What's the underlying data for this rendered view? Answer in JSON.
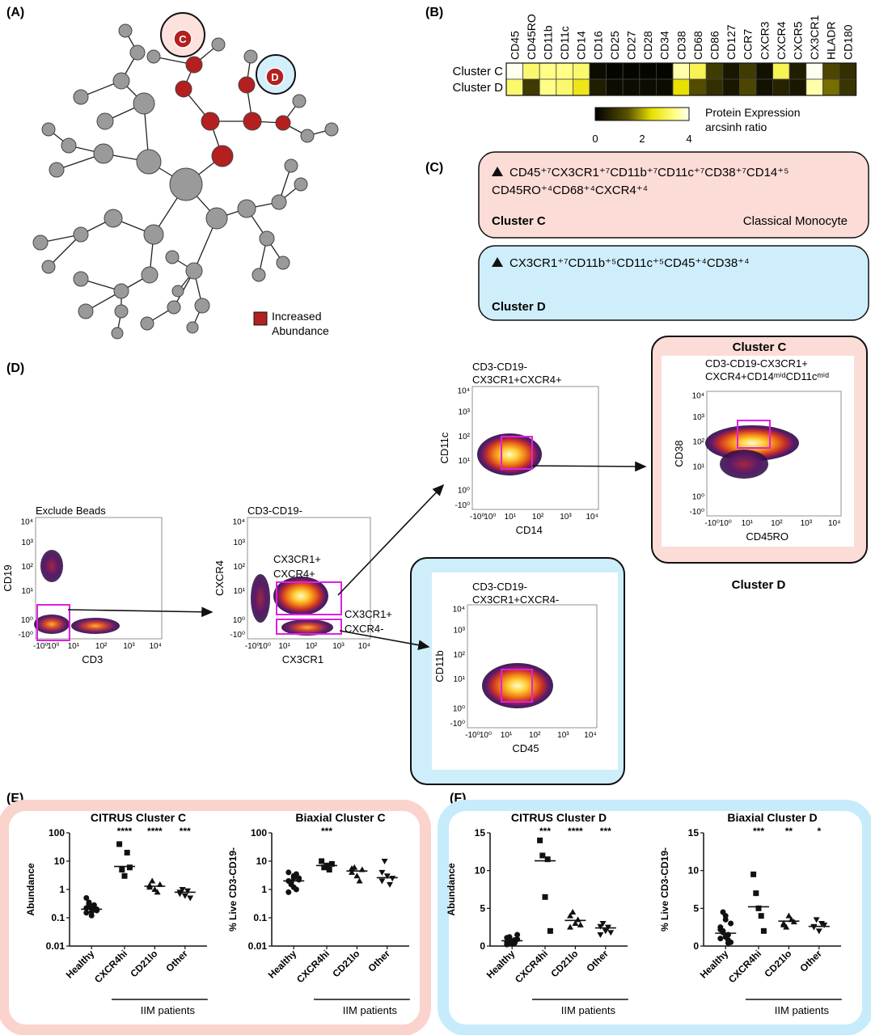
{
  "panel_labels": {
    "a": "(A)",
    "b": "(B)",
    "c": "(C)",
    "d": "(D)",
    "e": "(E)",
    "f": "(F)"
  },
  "colors": {
    "pink_bg": "#fbd9d5",
    "pink_fill": "#fde6e2",
    "blue_bg": "#cfeefb",
    "blue_fill": "#ddf3fc",
    "node_grey": "#9a9a9a",
    "node_red": "#b41f1f",
    "gate": "#e020e0"
  },
  "tree": {
    "label_c": "C",
    "label_d": "D",
    "legend_text_1": "Increased",
    "legend_text_2": "Abundance"
  },
  "heatmap": {
    "columns": [
      "CD45",
      "CD45RO",
      "CD11b",
      "CD11c",
      "CD14",
      "CD16",
      "CD25",
      "CD27",
      "CD28",
      "CD34",
      "CD38",
      "CD68",
      "CD86",
      "CD127",
      "CCR7",
      "CXCR3",
      "CXCR4",
      "CXCR5",
      "CX3CR1",
      "HLADR",
      "CD180"
    ],
    "rows": [
      {
        "name": "Cluster C",
        "values": [
          4.0,
          3.2,
          3.4,
          3.4,
          3.2,
          0.2,
          0.1,
          0.1,
          0.1,
          0.1,
          3.6,
          3.0,
          1.0,
          0.4,
          1.0,
          0.3,
          3.0,
          0.5,
          4.0,
          1.2,
          0.8
        ]
      },
      {
        "name": "Cluster D",
        "values": [
          3.2,
          1.0,
          3.4,
          3.2,
          2.6,
          0.5,
          0.2,
          0.2,
          0.2,
          0.2,
          2.4,
          1.3,
          0.8,
          0.4,
          1.2,
          0.3,
          0.6,
          0.4,
          3.6,
          1.6,
          0.9
        ]
      }
    ],
    "scale_title_1": "Protein Expression",
    "scale_title_2": "arcsinh ratio",
    "scale_ticks": [
      "0",
      "2",
      "4"
    ]
  },
  "boxes": {
    "c_line1": "CD45⁺⁷CX3CR1⁺⁷CD11b⁺⁷CD11c⁺⁷CD38⁺⁷CD14⁺⁵",
    "c_line2": "CD45RO⁺⁴CD68⁺⁴CXCR4⁺⁴",
    "c_name": "Cluster C",
    "c_type": "Classical Monocyte",
    "d_line1": "CX3CR1⁺⁷CD11b⁺⁵CD11c⁺⁵CD45⁺⁴CD38⁺⁴",
    "d_name": "Cluster D"
  },
  "flow": {
    "ticks": [
      "10⁴",
      "10³",
      "10²",
      "10¹",
      "10⁰",
      "-10⁰"
    ],
    "xticks": [
      "-10⁰",
      "10⁰",
      "10¹",
      "10²",
      "10³",
      "10⁴"
    ],
    "plot1": {
      "title": "Exclude Beads",
      "x": "CD3",
      "y": "CD19"
    },
    "plot2": {
      "title": "CD3-CD19-",
      "x": "CX3CR1",
      "y": "CXCR4",
      "gate1a": "CX3CR1+",
      "gate1b": "CXCR4+",
      "gate2a": "CX3CR1+",
      "gate2b": "CXCR4-"
    },
    "plot3": {
      "title1": "CD3-CD19-",
      "title2": "CX3CR1+CXCR4+",
      "x": "CD14",
      "y": "CD11c"
    },
    "plot4": {
      "header": "Cluster C",
      "title1": "CD3-CD19-CX3CR1+",
      "title2": "CXCR4+CD14ᵐⁱᵈCD11cᵐⁱᵈ",
      "x": "CD45RO",
      "y": "CD38"
    },
    "plot5": {
      "title1": "CD3-CD19-",
      "title2": "CX3CR1+CXCR4-",
      "x": "CD45",
      "y": "CD11b"
    },
    "cluster_d_label": "Cluster D"
  },
  "dots": {
    "e1": {
      "title": "CITRUS Cluster C",
      "ylabel": "Abundance",
      "yticks": [
        "100",
        "10",
        "1",
        "0.1",
        "0.01"
      ],
      "sig": [
        "****",
        "****",
        "***"
      ]
    },
    "e2": {
      "title": "Biaxial Cluster C",
      "ylabel": "% Live CD3-CD19-",
      "yticks": [
        "100",
        "10",
        "1",
        "0.1",
        "0.01"
      ],
      "sig": [
        "***"
      ]
    },
    "f1": {
      "title": "CITRUS Cluster D",
      "ylabel": "Abundance",
      "yticks": [
        "15",
        "10",
        "5",
        "0"
      ],
      "sig": [
        "***",
        "****",
        "***"
      ]
    },
    "f2": {
      "title": "Biaxial Cluster D",
      "ylabel": "% Live CD3-CD19-",
      "yticks": [
        "15",
        "10",
        "5",
        "0"
      ],
      "sig": [
        "***",
        "**",
        "*"
      ]
    },
    "groups": [
      "Healthy",
      "CXCR4hi",
      "CD21lo",
      "Other"
    ],
    "patients_label": "IIM patients"
  }
}
